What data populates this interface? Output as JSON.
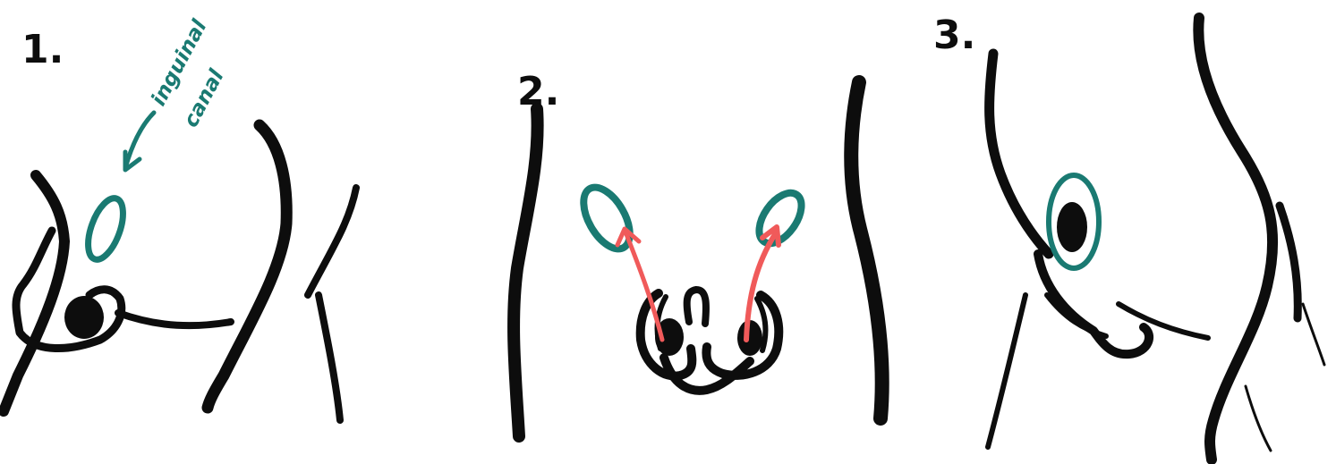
{
  "colors": {
    "ink": "#0d0d0d",
    "canal": "#1a7a72",
    "arrow": "#f05a5a",
    "background": "#ffffff"
  },
  "panels": [
    {
      "number": "1.",
      "annotation_line1": "inguinal",
      "annotation_line2": "canal"
    },
    {
      "number": "2."
    },
    {
      "number": "3."
    }
  ]
}
